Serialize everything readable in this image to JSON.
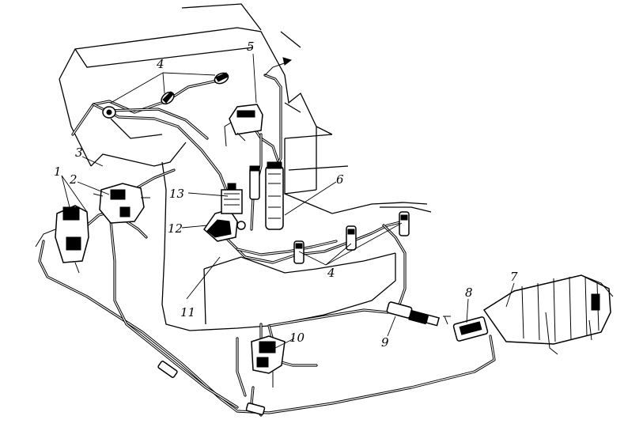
{
  "labels": {
    "l1": "1",
    "l2": "2",
    "l3": "3",
    "l4a": "4",
    "l4b": "4",
    "l5": "5",
    "l6": "6",
    "l7": "7",
    "l8": "8",
    "l9": "9",
    "l10": "10",
    "l11": "11",
    "l12": "12",
    "l13": "13"
  }
}
